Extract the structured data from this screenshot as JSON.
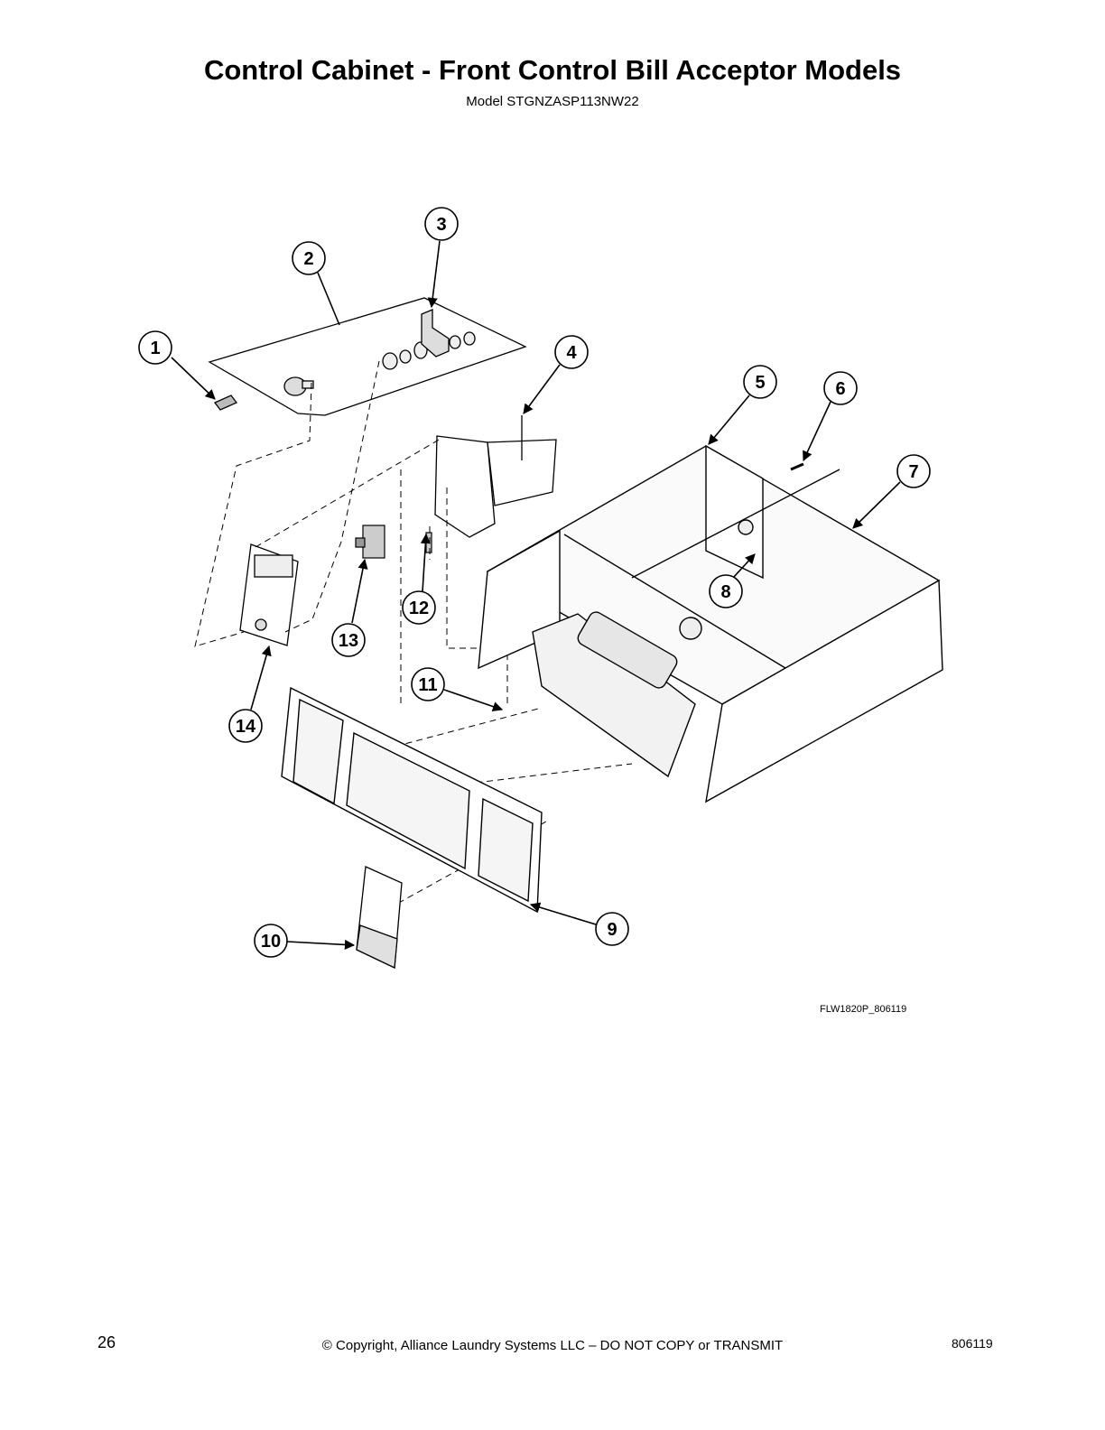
{
  "header": {
    "title": "Control Cabinet - Front Control Bill Acceptor Models",
    "model": "Model STGNZASP113NW22"
  },
  "diagram": {
    "drawing_code": "FLW1820P_806119",
    "callouts": [
      {
        "id": "1",
        "label": "1"
      },
      {
        "id": "2",
        "label": "2"
      },
      {
        "id": "3",
        "label": "3"
      },
      {
        "id": "4",
        "label": "4"
      },
      {
        "id": "5",
        "label": "5"
      },
      {
        "id": "6",
        "label": "6"
      },
      {
        "id": "7",
        "label": "7"
      },
      {
        "id": "8",
        "label": "8"
      },
      {
        "id": "9",
        "label": "9"
      },
      {
        "id": "10",
        "label": "10"
      },
      {
        "id": "11",
        "label": "11"
      },
      {
        "id": "12",
        "label": "12"
      },
      {
        "id": "13",
        "label": "13"
      },
      {
        "id": "14",
        "label": "14"
      }
    ]
  },
  "footer": {
    "page_number": "26",
    "copyright": "© Copyright, Alliance Laundry Systems LLC – DO NOT COPY or TRANSMIT",
    "doc_number": "806119"
  }
}
